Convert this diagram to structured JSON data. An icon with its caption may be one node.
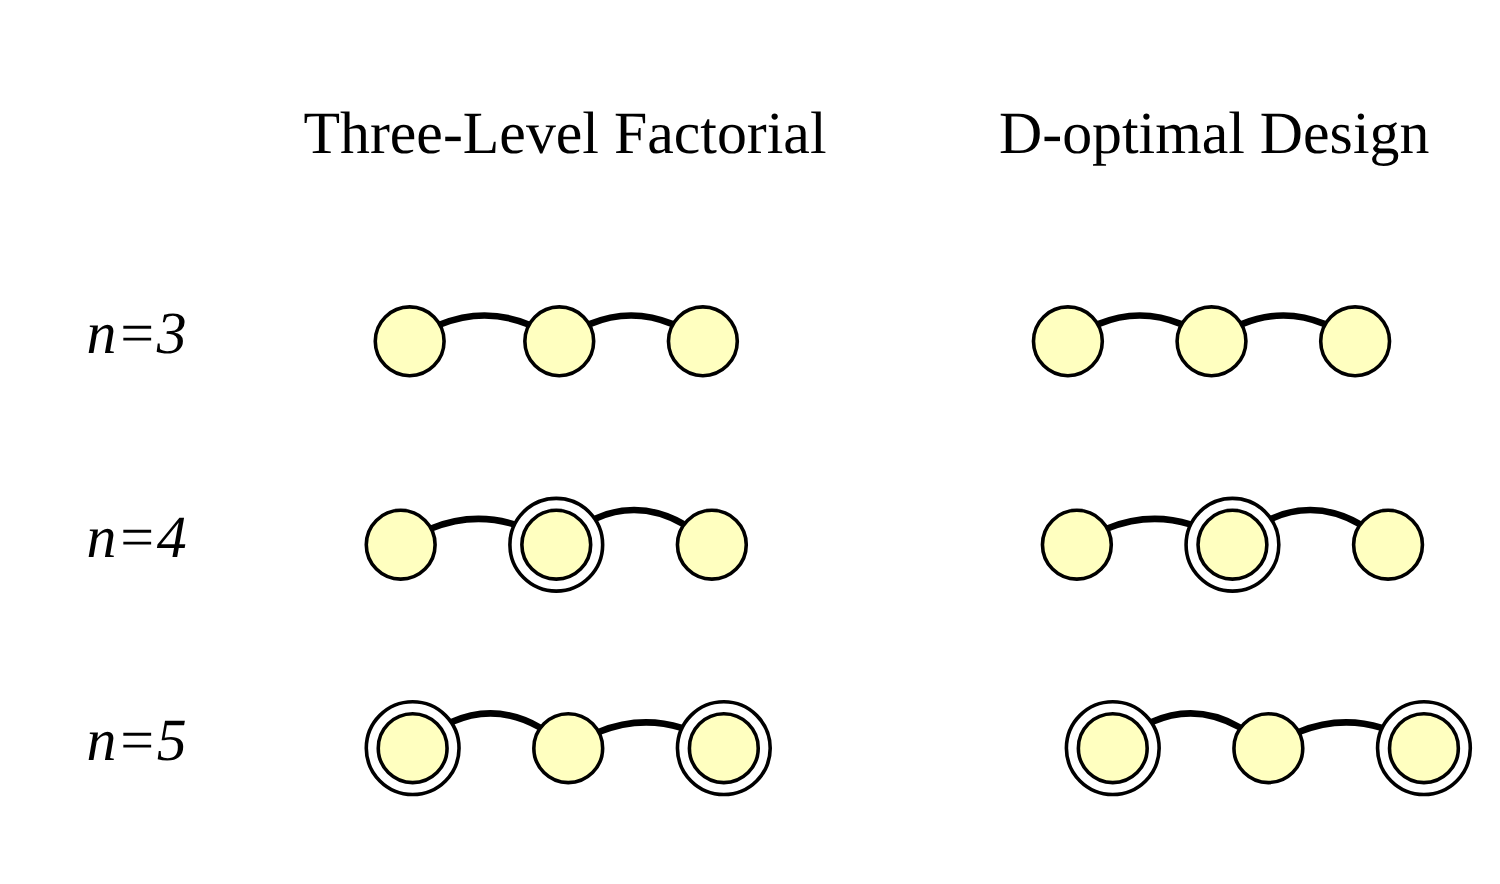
{
  "diagram": {
    "nodes": [
      {
        "text": [],
        "shape": "circle"
      },
      {
        "text": [],
        "shape": "circle"
      },
      {
        "text": [],
        "shape": "circle"
      },
      {
        "text": [],
        "shape": "circle"
      },
      {
        "text": [],
        "shape": "circle"
      },
      {
        "text": [],
        "shape": "circle"
      },
      {
        "text": [],
        "shape": "circle"
      },
      {
        "text": [],
        "shape": "doublecircle"
      },
      {
        "text": [],
        "shape": "circle"
      },
      {
        "text": [],
        "shape": "circle"
      },
      {
        "text": [],
        "shape": "doublecircle"
      },
      {
        "text": [],
        "shape": "circle"
      },
      {
        "text": [],
        "shape": "doublecircle"
      },
      {
        "text": [],
        "shape": "circle"
      },
      {
        "text": [],
        "shape": "doublecircle"
      },
      {
        "text": [],
        "shape": "doublecircle"
      },
      {
        "text": [],
        "shape": "circle"
      },
      {
        "text": [],
        "shape": "doublecircle"
      }
    ],
    "edges": [
      {
        "from": 0,
        "to": 1,
        "arrow": "none"
      },
      {
        "from": 1,
        "to": 2,
        "arrow": "none"
      },
      {
        "from": 3,
        "to": 4,
        "arrow": "none"
      },
      {
        "from": 4,
        "to": 5,
        "arrow": "none"
      },
      {
        "from": 6,
        "to": 7,
        "arrow": "none"
      },
      {
        "from": 7,
        "to": 8,
        "arrow": "none"
      },
      {
        "from": 9,
        "to": 10,
        "arrow": "none"
      },
      {
        "from": 10,
        "to": 11,
        "arrow": "none"
      },
      {
        "from": 12,
        "to": 13,
        "arrow": "none"
      },
      {
        "from": 13,
        "to": 14,
        "arrow": "none"
      },
      {
        "from": 15,
        "to": 16,
        "arrow": "none"
      },
      {
        "from": 16,
        "to": 17,
        "arrow": "none"
      }
    ],
    "labels": [
      "Three-Level Factorial",
      "D-optimal Design",
      "n=3",
      "n=4",
      "n=5"
    ]
  }
}
